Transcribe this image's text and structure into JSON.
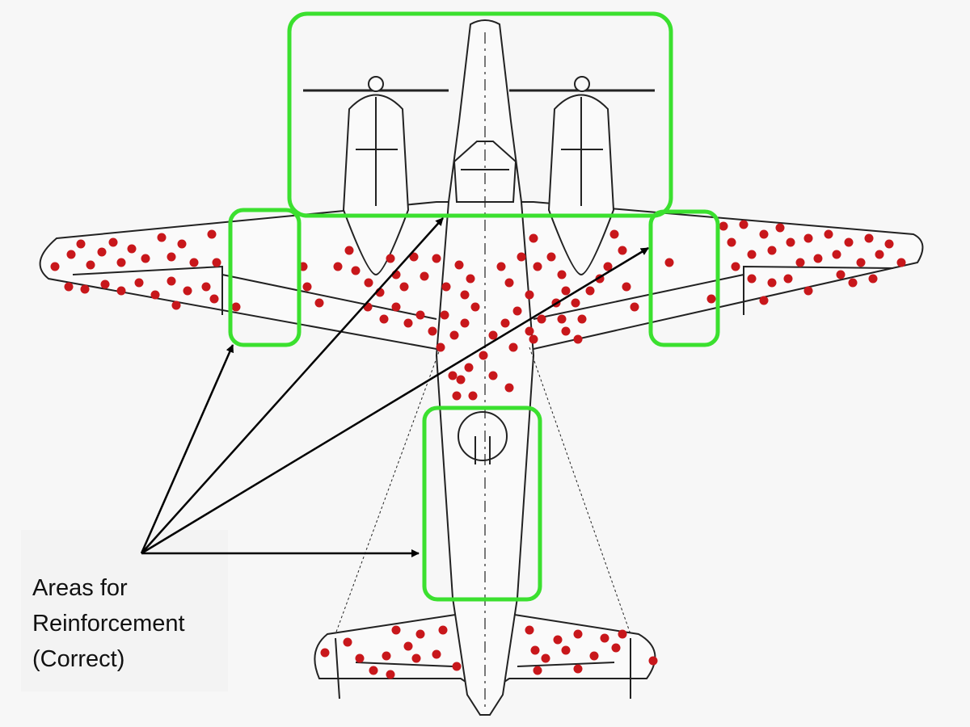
{
  "label": {
    "lines": [
      "Areas for",
      "Reinforcement",
      "(Correct)"
    ]
  },
  "colors": {
    "background": "#f7f7f7",
    "line": "#222222",
    "bullet_hole": "#c8171b",
    "highlight_box": "#3be02f",
    "arrow": "#000000"
  },
  "highlight_regions": [
    "engines-and-cockpit",
    "left-wing-root",
    "right-wing-root",
    "rear-fuselage"
  ],
  "icons": [
    "airplane-outline",
    "bullet-hole-dot",
    "arrow"
  ]
}
